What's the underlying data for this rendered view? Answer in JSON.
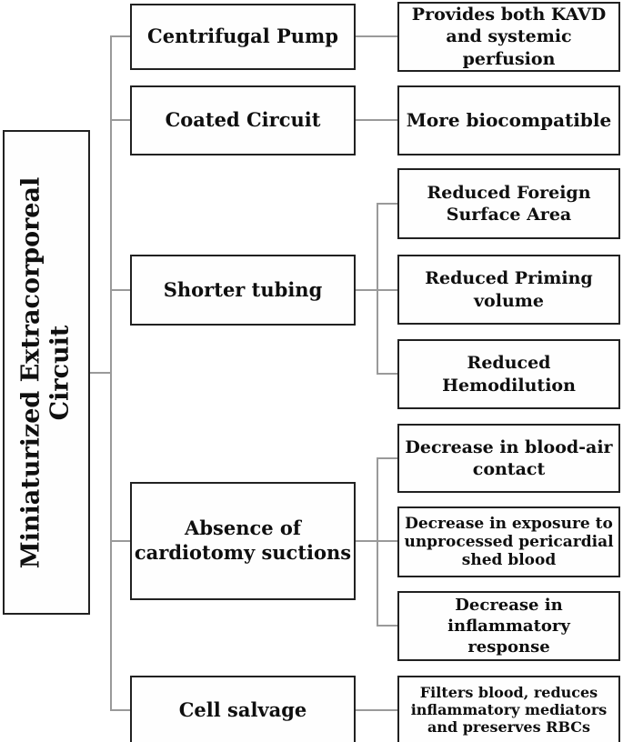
{
  "figure": {
    "description": "Flow diagram of miniaturized extracorporeal circuit features and their benefits",
    "root": {
      "label": "Miniaturized Extracorporeal\nCircuit"
    },
    "branches": [
      {
        "label": "Centrifugal Pump"
      },
      {
        "label": "Coated Circuit"
      },
      {
        "label": "Shorter tubing"
      },
      {
        "label": "Absence of\ncardiotomy suctions"
      },
      {
        "label": "Cell salvage"
      }
    ],
    "leaves": [
      {
        "label": "Provides both KAVD\nand systemic perfusion",
        "parent": "Centrifugal Pump"
      },
      {
        "label": "More biocompatible",
        "parent": "Coated Circuit"
      },
      {
        "label": "Reduced Foreign\nSurface Area",
        "parent": "Shorter tubing"
      },
      {
        "label": "Reduced Priming\nvolume",
        "parent": "Shorter tubing"
      },
      {
        "label": "Reduced Hemodilution",
        "parent": "Shorter tubing"
      },
      {
        "label": "Decrease in blood-air\ncontact",
        "parent": "Absence of cardiotomy suctions"
      },
      {
        "label": "Decrease in exposure to\nunprocessed pericardial\nshed blood",
        "parent": "Absence of cardiotomy suctions"
      },
      {
        "label": "Decrease in inflammatory\nresponse",
        "parent": "Absence of cardiotomy suctions"
      },
      {
        "label": "Filters blood, reduces\ninflammatory mediators\nand preserves RBCs",
        "parent": "Cell salvage"
      }
    ]
  },
  "colors": {
    "bg": "#ffffff",
    "box-bg": "#fefefe",
    "border": "#212121",
    "connector": "#9a9a9a",
    "text": "#0f0f0f"
  }
}
